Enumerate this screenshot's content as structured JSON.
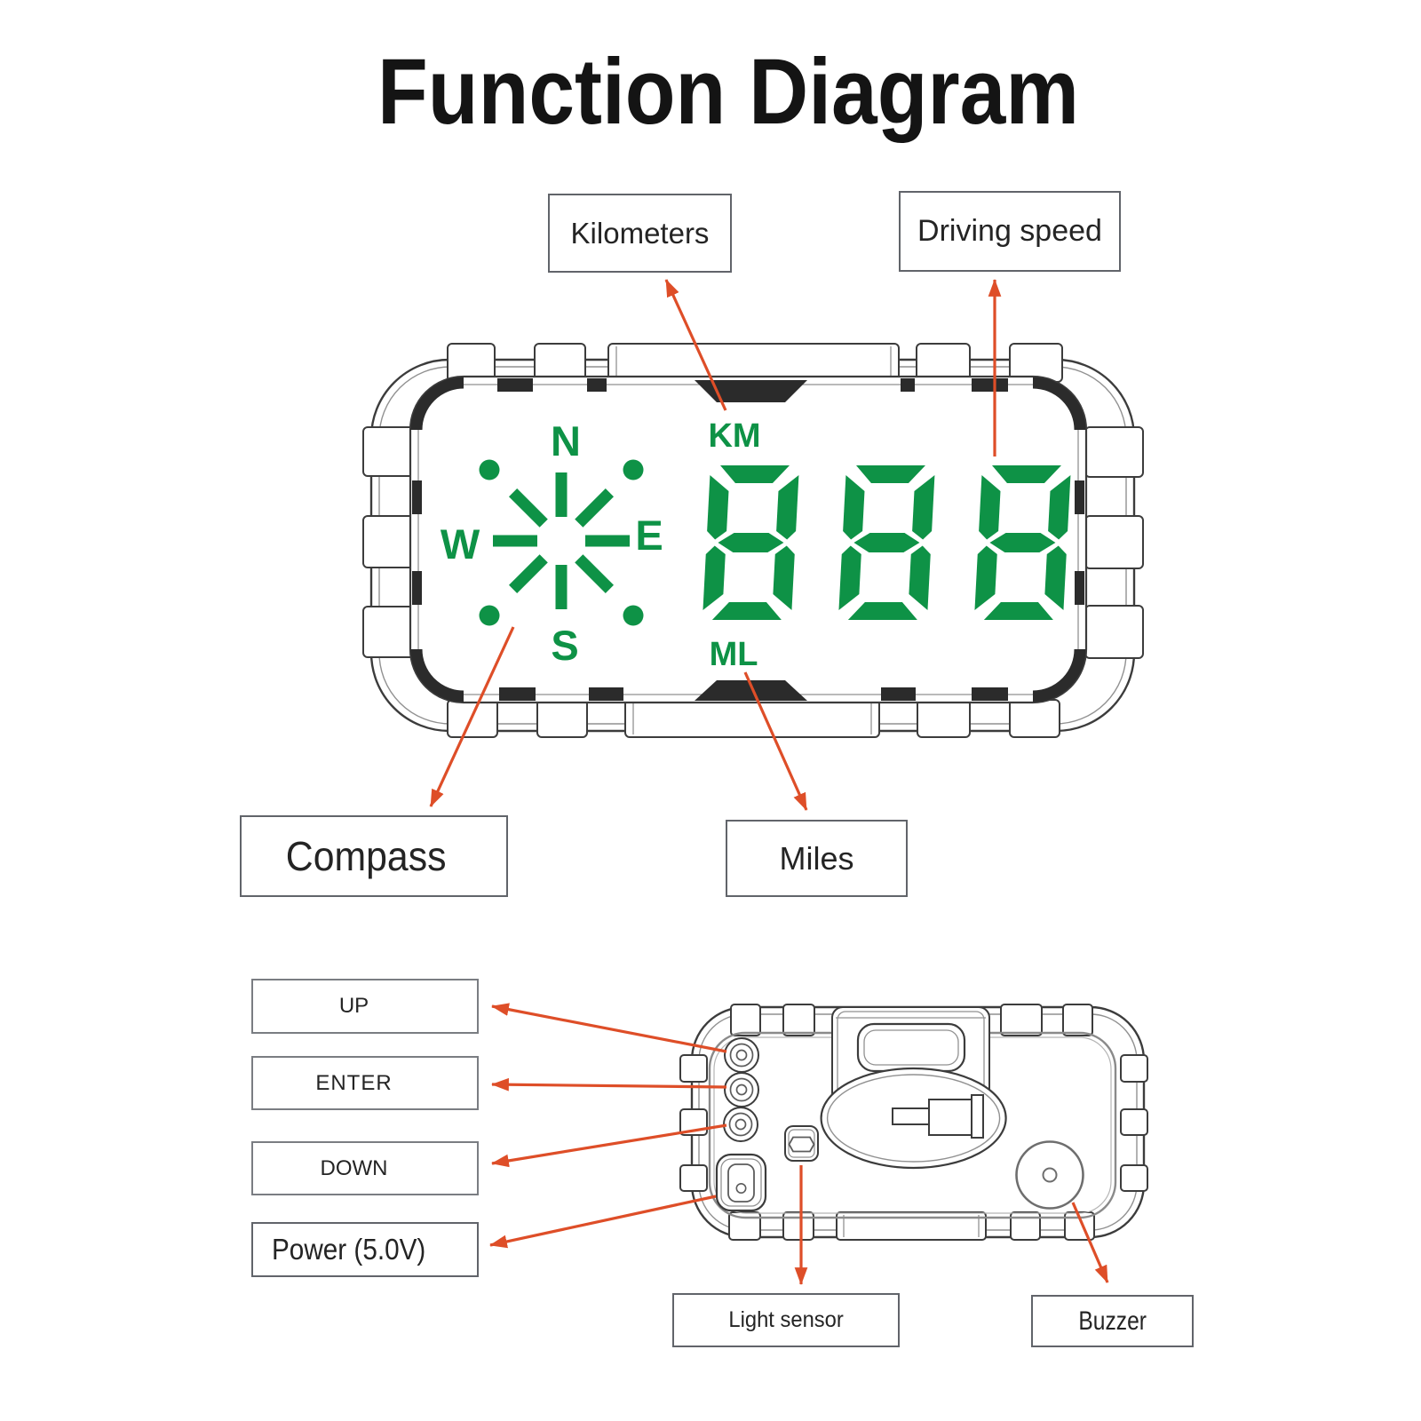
{
  "title": "Function Diagram",
  "colors": {
    "green": "#0e9246",
    "arrow": "#de4e28",
    "outline": "#3c3c3c",
    "outline_soft": "#919191",
    "gasket": "#2b2b2b"
  },
  "callouts": {
    "kilometers": "Kilometers",
    "driving_speed": "Driving speed",
    "compass": "Compass",
    "miles": "Miles",
    "up": "UP",
    "enter": "ENTER",
    "down": "DOWN",
    "power": "Power (5.0V)",
    "light_sensor": "Light sensor",
    "buzzer": "Buzzer"
  },
  "display": {
    "compass": {
      "north": "N",
      "south": "S",
      "west": "W",
      "east": "E"
    },
    "unit_top": "KM",
    "unit_bottom": "ML",
    "speed_value": "888"
  }
}
